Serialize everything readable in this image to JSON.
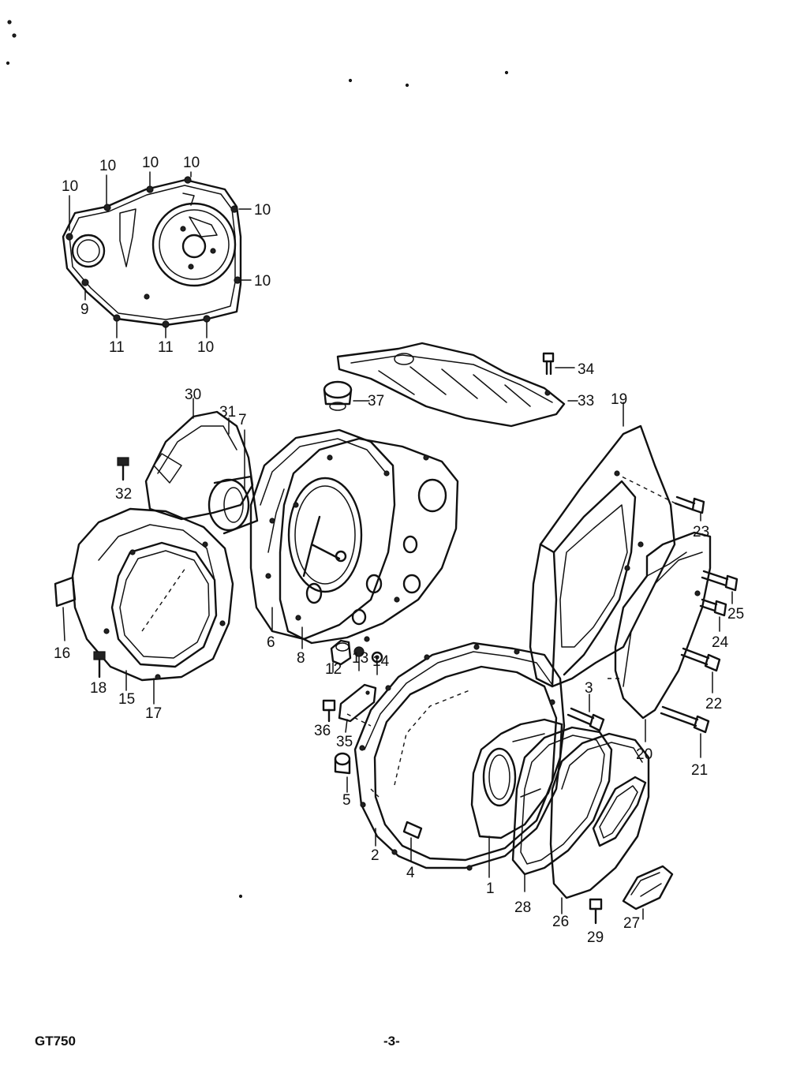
{
  "footer": {
    "model": "GT750",
    "page": "-3-"
  },
  "labels": {
    "l1": "1",
    "l2": "2",
    "l3": "3",
    "l4": "4",
    "l5": "5",
    "l6": "6",
    "l7": "7",
    "l8": "8",
    "l9": "9",
    "l10": "10",
    "l11": "11",
    "l12": "12",
    "l13": "13",
    "l14": "14",
    "l15": "15",
    "l16": "16",
    "l17": "17",
    "l18": "18",
    "l19": "19",
    "l20": "20",
    "l21": "21",
    "l22": "22",
    "l23": "23",
    "l24": "24",
    "l25": "25",
    "l26": "26",
    "l27": "27",
    "l28": "28",
    "l29": "29",
    "l30": "30",
    "l31": "31",
    "l32": "32",
    "l33": "33",
    "l34": "34",
    "l35": "35",
    "l36": "36",
    "l37": "37"
  }
}
